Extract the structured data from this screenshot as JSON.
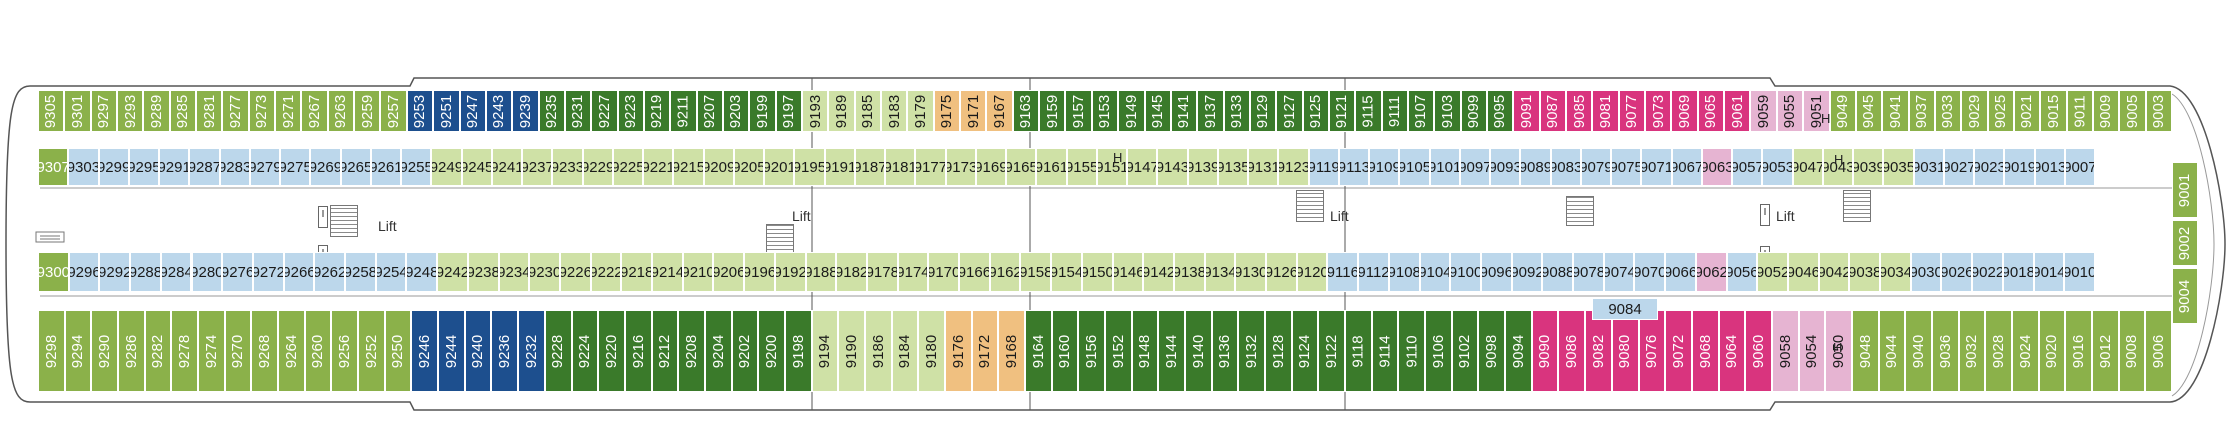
{
  "colors": {
    "green": "#3a7a2a",
    "lime": "#8bb14a",
    "blue": "#1d4f8e",
    "lightblue": "#bcd7eb",
    "lightgreen": "#cfe1a6",
    "magenta": "#d9347e",
    "pink": "#e6b4d2",
    "orange": "#f0c080"
  },
  "lift_label": "Lift",
  "handicap_label": "H",
  "rows": {
    "top_outer": [
      {
        "id": "9305",
        "c": "lime",
        "v": true
      },
      {
        "id": "9301",
        "c": "lime"
      },
      {
        "id": "9297",
        "c": "lime"
      },
      {
        "id": "9293",
        "c": "lime"
      },
      {
        "id": "9289",
        "c": "lime"
      },
      {
        "id": "9285",
        "c": "lime"
      },
      {
        "id": "9281",
        "c": "lime"
      },
      {
        "id": "9277",
        "c": "lime"
      },
      {
        "id": "9273",
        "c": "lime"
      },
      {
        "id": "9271",
        "c": "lime"
      },
      {
        "id": "9267",
        "c": "lime"
      },
      {
        "id": "9263",
        "c": "lime"
      },
      {
        "id": "9259",
        "c": "lime"
      },
      {
        "id": "9257",
        "c": "lime"
      },
      {
        "id": "9253",
        "c": "blue"
      },
      {
        "id": "9251",
        "c": "blue"
      },
      {
        "id": "9247",
        "c": "blue"
      },
      {
        "id": "9243",
        "c": "blue"
      },
      {
        "id": "9239",
        "c": "blue"
      },
      {
        "id": "9235",
        "c": "green"
      },
      {
        "id": "9231",
        "c": "green"
      },
      {
        "id": "9227",
        "c": "green"
      },
      {
        "id": "9223",
        "c": "green"
      },
      {
        "id": "9219",
        "c": "green"
      },
      {
        "id": "9211",
        "c": "green"
      },
      {
        "id": "9207",
        "c": "green"
      },
      {
        "id": "9203",
        "c": "green"
      },
      {
        "id": "9199",
        "c": "green"
      },
      {
        "id": "9197",
        "c": "green"
      },
      {
        "id": "9193",
        "c": "lightgreen"
      },
      {
        "id": "9189",
        "c": "lightgreen"
      },
      {
        "id": "9185",
        "c": "lightgreen"
      },
      {
        "id": "9183",
        "c": "lightgreen"
      },
      {
        "id": "9179",
        "c": "lightgreen"
      },
      {
        "id": "9175",
        "c": "orange"
      },
      {
        "id": "9171",
        "c": "orange"
      },
      {
        "id": "9167",
        "c": "orange"
      },
      {
        "id": "9163",
        "c": "green"
      },
      {
        "id": "9159",
        "c": "green"
      },
      {
        "id": "9157",
        "c": "green"
      },
      {
        "id": "9153",
        "c": "green"
      },
      {
        "id": "9149",
        "c": "green"
      },
      {
        "id": "9145",
        "c": "green"
      },
      {
        "id": "9141",
        "c": "green"
      },
      {
        "id": "9137",
        "c": "green"
      },
      {
        "id": "9133",
        "c": "green"
      },
      {
        "id": "9129",
        "c": "green"
      },
      {
        "id": "9127",
        "c": "green"
      },
      {
        "id": "9125",
        "c": "green"
      },
      {
        "id": "9121",
        "c": "green"
      },
      {
        "id": "9115",
        "c": "green"
      },
      {
        "id": "9111",
        "c": "green"
      },
      {
        "id": "9107",
        "c": "green"
      },
      {
        "id": "9103",
        "c": "green"
      },
      {
        "id": "9099",
        "c": "green"
      },
      {
        "id": "9095",
        "c": "green"
      },
      {
        "id": "9091",
        "c": "magenta"
      },
      {
        "id": "9087",
        "c": "magenta"
      },
      {
        "id": "9085",
        "c": "magenta"
      },
      {
        "id": "9081",
        "c": "magenta"
      },
      {
        "id": "9077",
        "c": "magenta"
      },
      {
        "id": "9073",
        "c": "magenta"
      },
      {
        "id": "9069",
        "c": "magenta"
      },
      {
        "id": "9065",
        "c": "magenta"
      },
      {
        "id": "9061",
        "c": "magenta"
      },
      {
        "id": "9059",
        "c": "pink"
      },
      {
        "id": "9055",
        "c": "pink"
      },
      {
        "id": "9051",
        "c": "pink"
      },
      {
        "id": "9049",
        "c": "lime"
      },
      {
        "id": "9045",
        "c": "lime"
      },
      {
        "id": "9041",
        "c": "lime"
      },
      {
        "id": "9037",
        "c": "lime"
      },
      {
        "id": "9033",
        "c": "lime"
      },
      {
        "id": "9029",
        "c": "lime"
      },
      {
        "id": "9025",
        "c": "lime"
      },
      {
        "id": "9021",
        "c": "lime"
      },
      {
        "id": "9015",
        "c": "lime"
      },
      {
        "id": "9011",
        "c": "lime"
      },
      {
        "id": "9009",
        "c": "lime"
      },
      {
        "id": "9005",
        "c": "lime"
      },
      {
        "id": "9003",
        "c": "lime"
      }
    ],
    "top_inner": [
      {
        "id": "9307",
        "c": "lime"
      },
      {
        "id": "9303",
        "c": "lightblue"
      },
      {
        "id": "9299",
        "c": "lightblue"
      },
      {
        "id": "9295",
        "c": "lightblue"
      },
      {
        "id": "9291",
        "c": "lightblue"
      },
      {
        "id": "9287",
        "c": "lightblue"
      },
      {
        "id": "9283",
        "c": "lightblue"
      },
      {
        "id": "9279",
        "c": "lightblue"
      },
      {
        "id": "9275",
        "c": "lightblue"
      },
      {
        "id": "9269",
        "c": "lightblue"
      },
      {
        "id": "9265",
        "c": "lightblue"
      },
      {
        "id": "9261",
        "c": "lightblue"
      },
      {
        "id": "9255",
        "c": "lightblue"
      },
      {
        "id": "9249",
        "c": "lightgreen"
      },
      {
        "id": "9245",
        "c": "lightgreen"
      },
      {
        "id": "9241",
        "c": "lightgreen"
      },
      {
        "id": "9237",
        "c": "lightgreen"
      },
      {
        "id": "9233",
        "c": "lightgreen"
      },
      {
        "id": "9229",
        "c": "lightgreen"
      },
      {
        "id": "9225",
        "c": "lightgreen"
      },
      {
        "id": "9221",
        "c": "lightgreen"
      },
      {
        "id": "9215",
        "c": "lightgreen"
      },
      {
        "id": "9209",
        "c": "lightgreen"
      },
      {
        "id": "9205",
        "c": "lightgreen"
      },
      {
        "id": "9201",
        "c": "lightgreen"
      },
      {
        "id": "9195",
        "c": "lightgreen"
      },
      {
        "id": "9191",
        "c": "lightgreen"
      },
      {
        "id": "9187",
        "c": "lightgreen"
      },
      {
        "id": "9181",
        "c": "lightgreen"
      },
      {
        "id": "9177",
        "c": "lightgreen"
      },
      {
        "id": "9173",
        "c": "lightgreen"
      },
      {
        "id": "9169",
        "c": "lightgreen"
      },
      {
        "id": "9165",
        "c": "lightgreen"
      },
      {
        "id": "9161",
        "c": "lightgreen"
      },
      {
        "id": "9155",
        "c": "lightgreen"
      },
      {
        "id": "9151",
        "c": "lightgreen"
      },
      {
        "id": "9147",
        "c": "lightgreen"
      },
      {
        "id": "9143",
        "c": "lightgreen"
      },
      {
        "id": "9139",
        "c": "lightgreen"
      },
      {
        "id": "9135",
        "c": "lightgreen"
      },
      {
        "id": "9131",
        "c": "lightgreen"
      },
      {
        "id": "9123",
        "c": "lightgreen"
      },
      {
        "id": "9119",
        "c": "lightblue"
      },
      {
        "id": "9113",
        "c": "lightblue"
      },
      {
        "id": "9109",
        "c": "lightblue"
      },
      {
        "id": "9105",
        "c": "lightblue"
      },
      {
        "id": "9101",
        "c": "lightblue"
      },
      {
        "id": "9097",
        "c": "lightblue"
      },
      {
        "id": "9093",
        "c": "lightblue"
      },
      {
        "id": "9089",
        "c": "lightblue"
      },
      {
        "id": "9083",
        "c": "lightblue"
      },
      {
        "id": "9079",
        "c": "lightblue"
      },
      {
        "id": "9075",
        "c": "lightblue"
      },
      {
        "id": "9071",
        "c": "lightblue"
      },
      {
        "id": "9067",
        "c": "lightblue"
      },
      {
        "id": "9063",
        "c": "pink"
      },
      {
        "id": "9057",
        "c": "lightblue"
      },
      {
        "id": "9053",
        "c": "lightblue"
      },
      {
        "id": "9047",
        "c": "lightgreen"
      },
      {
        "id": "9043",
        "c": "lightgreen"
      },
      {
        "id": "9039",
        "c": "lightgreen"
      },
      {
        "id": "9035",
        "c": "lightgreen"
      },
      {
        "id": "9031",
        "c": "lightblue"
      },
      {
        "id": "9027",
        "c": "lightblue"
      },
      {
        "id": "9023",
        "c": "lightblue"
      },
      {
        "id": "9019",
        "c": "lightblue"
      },
      {
        "id": "9013",
        "c": "lightblue"
      },
      {
        "id": "9007",
        "c": "lightblue"
      }
    ],
    "bottom_inner": [
      {
        "id": "9300",
        "c": "lime"
      },
      {
        "id": "9296",
        "c": "lightblue"
      },
      {
        "id": "9292",
        "c": "lightblue"
      },
      {
        "id": "9288",
        "c": "lightblue"
      },
      {
        "id": "9284",
        "c": "lightblue"
      },
      {
        "id": "9280",
        "c": "lightblue"
      },
      {
        "id": "9276",
        "c": "lightblue"
      },
      {
        "id": "9272",
        "c": "lightblue"
      },
      {
        "id": "9266",
        "c": "lightblue"
      },
      {
        "id": "9262",
        "c": "lightblue"
      },
      {
        "id": "9258",
        "c": "lightblue"
      },
      {
        "id": "9254",
        "c": "lightblue"
      },
      {
        "id": "9248",
        "c": "lightblue"
      },
      {
        "id": "9242",
        "c": "lightgreen"
      },
      {
        "id": "9238",
        "c": "lightgreen"
      },
      {
        "id": "9234",
        "c": "lightgreen"
      },
      {
        "id": "9230",
        "c": "lightgreen"
      },
      {
        "id": "9226",
        "c": "lightgreen"
      },
      {
        "id": "9222",
        "c": "lightgreen"
      },
      {
        "id": "9218",
        "c": "lightgreen"
      },
      {
        "id": "9214",
        "c": "lightgreen"
      },
      {
        "id": "9210",
        "c": "lightgreen"
      },
      {
        "id": "9206",
        "c": "lightgreen"
      },
      {
        "id": "9196",
        "c": "lightgreen"
      },
      {
        "id": "9192",
        "c": "lightgreen"
      },
      {
        "id": "9188",
        "c": "lightgreen"
      },
      {
        "id": "9182",
        "c": "lightgreen"
      },
      {
        "id": "9178",
        "c": "lightgreen"
      },
      {
        "id": "9174",
        "c": "lightgreen"
      },
      {
        "id": "9170",
        "c": "lightgreen"
      },
      {
        "id": "9166",
        "c": "lightgreen"
      },
      {
        "id": "9162",
        "c": "lightgreen"
      },
      {
        "id": "9158",
        "c": "lightgreen"
      },
      {
        "id": "9154",
        "c": "lightgreen"
      },
      {
        "id": "9150",
        "c": "lightgreen"
      },
      {
        "id": "9146",
        "c": "lightgreen"
      },
      {
        "id": "9142",
        "c": "lightgreen"
      },
      {
        "id": "9138",
        "c": "lightgreen"
      },
      {
        "id": "9134",
        "c": "lightgreen"
      },
      {
        "id": "9130",
        "c": "lightgreen"
      },
      {
        "id": "9126",
        "c": "lightgreen"
      },
      {
        "id": "9120",
        "c": "lightgreen"
      },
      {
        "id": "9116",
        "c": "lightblue"
      },
      {
        "id": "9112",
        "c": "lightblue"
      },
      {
        "id": "9108",
        "c": "lightblue"
      },
      {
        "id": "9104",
        "c": "lightblue"
      },
      {
        "id": "9100",
        "c": "lightblue"
      },
      {
        "id": "9096",
        "c": "lightblue"
      },
      {
        "id": "9092",
        "c": "lightblue"
      },
      {
        "id": "9088",
        "c": "lightblue"
      },
      {
        "id": "9078",
        "c": "lightblue"
      },
      {
        "id": "9074",
        "c": "lightblue"
      },
      {
        "id": "9070",
        "c": "lightblue"
      },
      {
        "id": "9066",
        "c": "lightblue"
      },
      {
        "id": "9062",
        "c": "pink"
      },
      {
        "id": "9056",
        "c": "lightblue"
      },
      {
        "id": "9052",
        "c": "lightgreen"
      },
      {
        "id": "9046",
        "c": "lightgreen"
      },
      {
        "id": "9042",
        "c": "lightgreen"
      },
      {
        "id": "9038",
        "c": "lightgreen"
      },
      {
        "id": "9034",
        "c": "lightgreen"
      },
      {
        "id": "9030",
        "c": "lightblue"
      },
      {
        "id": "9026",
        "c": "lightblue"
      },
      {
        "id": "9022",
        "c": "lightblue"
      },
      {
        "id": "9018",
        "c": "lightblue"
      },
      {
        "id": "9014",
        "c": "lightblue"
      },
      {
        "id": "9010",
        "c": "lightblue"
      }
    ],
    "bottom_outer": [
      {
        "id": "9298",
        "c": "lime"
      },
      {
        "id": "9294",
        "c": "lime"
      },
      {
        "id": "9290",
        "c": "lime"
      },
      {
        "id": "9286",
        "c": "lime"
      },
      {
        "id": "9282",
        "c": "lime"
      },
      {
        "id": "9278",
        "c": "lime"
      },
      {
        "id": "9274",
        "c": "lime"
      },
      {
        "id": "9270",
        "c": "lime"
      },
      {
        "id": "9268",
        "c": "lime"
      },
      {
        "id": "9264",
        "c": "lime"
      },
      {
        "id": "9260",
        "c": "lime"
      },
      {
        "id": "9256",
        "c": "lime"
      },
      {
        "id": "9252",
        "c": "lime"
      },
      {
        "id": "9250",
        "c": "lime"
      },
      {
        "id": "9246",
        "c": "blue"
      },
      {
        "id": "9244",
        "c": "blue"
      },
      {
        "id": "9240",
        "c": "blue"
      },
      {
        "id": "9236",
        "c": "blue"
      },
      {
        "id": "9232",
        "c": "blue"
      },
      {
        "id": "9228",
        "c": "green"
      },
      {
        "id": "9224",
        "c": "green"
      },
      {
        "id": "9220",
        "c": "green"
      },
      {
        "id": "9216",
        "c": "green"
      },
      {
        "id": "9212",
        "c": "green"
      },
      {
        "id": "9208",
        "c": "green"
      },
      {
        "id": "9204",
        "c": "green"
      },
      {
        "id": "9202",
        "c": "green"
      },
      {
        "id": "9200",
        "c": "green"
      },
      {
        "id": "9198",
        "c": "green"
      },
      {
        "id": "9194",
        "c": "lightgreen"
      },
      {
        "id": "9190",
        "c": "lightgreen"
      },
      {
        "id": "9186",
        "c": "lightgreen"
      },
      {
        "id": "9184",
        "c": "lightgreen"
      },
      {
        "id": "9180",
        "c": "lightgreen"
      },
      {
        "id": "9176",
        "c": "orange"
      },
      {
        "id": "9172",
        "c": "orange"
      },
      {
        "id": "9168",
        "c": "orange"
      },
      {
        "id": "9164",
        "c": "green"
      },
      {
        "id": "9160",
        "c": "green"
      },
      {
        "id": "9156",
        "c": "green"
      },
      {
        "id": "9152",
        "c": "green"
      },
      {
        "id": "9148",
        "c": "green"
      },
      {
        "id": "9144",
        "c": "green"
      },
      {
        "id": "9140",
        "c": "green"
      },
      {
        "id": "9136",
        "c": "green"
      },
      {
        "id": "9132",
        "c": "green"
      },
      {
        "id": "9128",
        "c": "green"
      },
      {
        "id": "9124",
        "c": "green"
      },
      {
        "id": "9122",
        "c": "green"
      },
      {
        "id": "9118",
        "c": "green"
      },
      {
        "id": "9114",
        "c": "green"
      },
      {
        "id": "9110",
        "c": "green"
      },
      {
        "id": "9106",
        "c": "green"
      },
      {
        "id": "9102",
        "c": "green"
      },
      {
        "id": "9098",
        "c": "green"
      },
      {
        "id": "9094",
        "c": "green"
      },
      {
        "id": "9090",
        "c": "magenta"
      },
      {
        "id": "9086",
        "c": "magenta"
      },
      {
        "id": "9082",
        "c": "magenta"
      },
      {
        "id": "9080",
        "c": "magenta"
      },
      {
        "id": "9076",
        "c": "magenta"
      },
      {
        "id": "9072",
        "c": "magenta"
      },
      {
        "id": "9068",
        "c": "magenta"
      },
      {
        "id": "9064",
        "c": "magenta"
      },
      {
        "id": "9060",
        "c": "magenta"
      },
      {
        "id": "9058",
        "c": "pink"
      },
      {
        "id": "9054",
        "c": "pink"
      },
      {
        "id": "9050",
        "c": "pink"
      },
      {
        "id": "9048",
        "c": "lime"
      },
      {
        "id": "9044",
        "c": "lime"
      },
      {
        "id": "9040",
        "c": "lime"
      },
      {
        "id": "9036",
        "c": "lime"
      },
      {
        "id": "9032",
        "c": "lime"
      },
      {
        "id": "9028",
        "c": "lime"
      },
      {
        "id": "9024",
        "c": "lime"
      },
      {
        "id": "9020",
        "c": "lime"
      },
      {
        "id": "9016",
        "c": "lime"
      },
      {
        "id": "9012",
        "c": "lime"
      },
      {
        "id": "9008",
        "c": "lime"
      },
      {
        "id": "9006",
        "c": "lime"
      }
    ],
    "bow": [
      {
        "id": "9001",
        "c": "lime"
      },
      {
        "id": "9002",
        "c": "lime"
      },
      {
        "id": "9004",
        "c": "lime"
      }
    ],
    "center": [
      {
        "id": "9084",
        "c": "lightblue"
      }
    ]
  }
}
